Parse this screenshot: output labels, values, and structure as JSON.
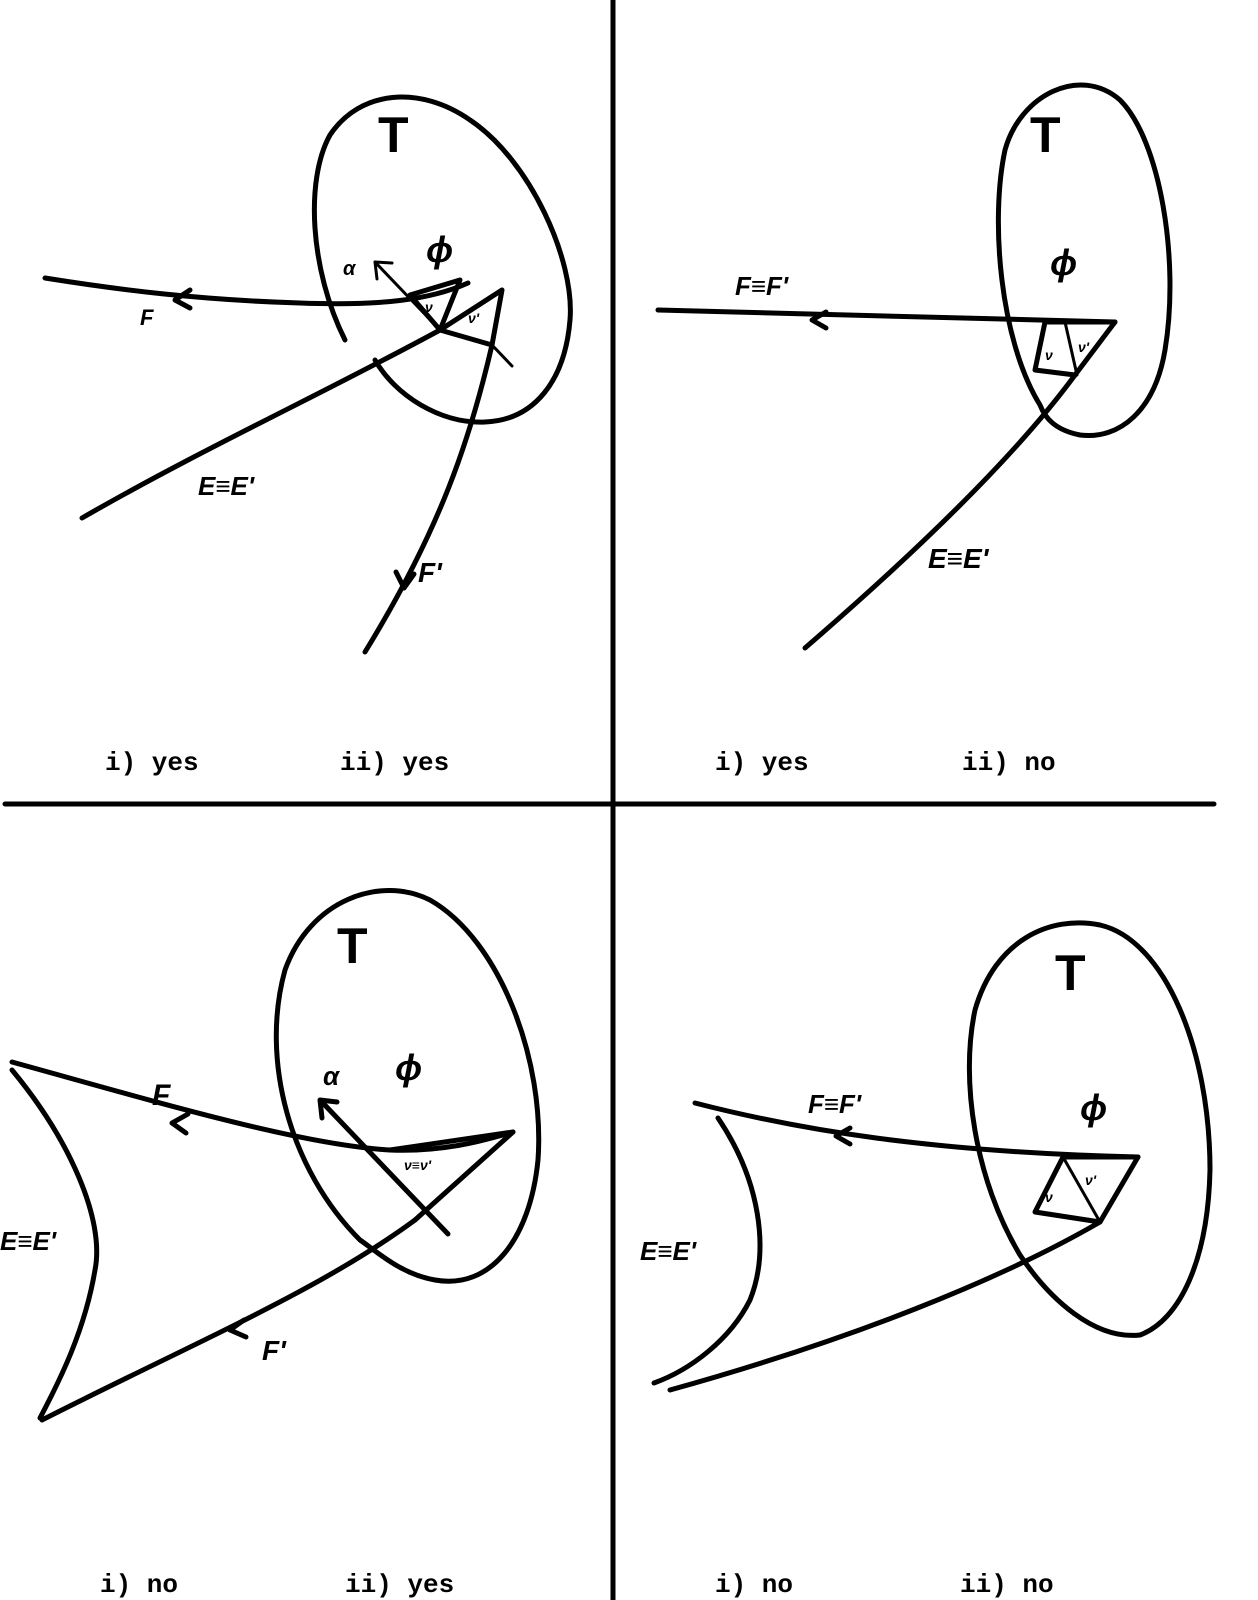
{
  "panels": [
    {
      "region": "T",
      "labels": {
        "phi": "ϕ",
        "alpha": "α",
        "nu": "ν",
        "nu_prime": "ν'",
        "f": "F",
        "e": "E≡E'",
        "f_prime": "F'"
      },
      "caption_i": "i) yes",
      "caption_ii": "ii) yes"
    },
    {
      "region": "T",
      "labels": {
        "phi": "ϕ",
        "nu": "ν",
        "nu_prime": "ν'",
        "f": "F≡F'",
        "e": "E≡E'"
      },
      "caption_i": "i) yes",
      "caption_ii": "ii) no"
    },
    {
      "region": "T",
      "labels": {
        "phi": "ϕ",
        "alpha": "α",
        "nu": "ν≡ν'",
        "f": "F",
        "e": "E≡E'",
        "f_prime": "F'"
      },
      "caption_i": "i) no",
      "caption_ii": "ii) yes"
    },
    {
      "region": "T",
      "labels": {
        "phi": "ϕ",
        "nu": "ν",
        "nu_prime": "ν'",
        "f": "F≡F'",
        "e": "E≡E'"
      },
      "caption_i": "i) no",
      "caption_ii": "ii) no"
    }
  ]
}
